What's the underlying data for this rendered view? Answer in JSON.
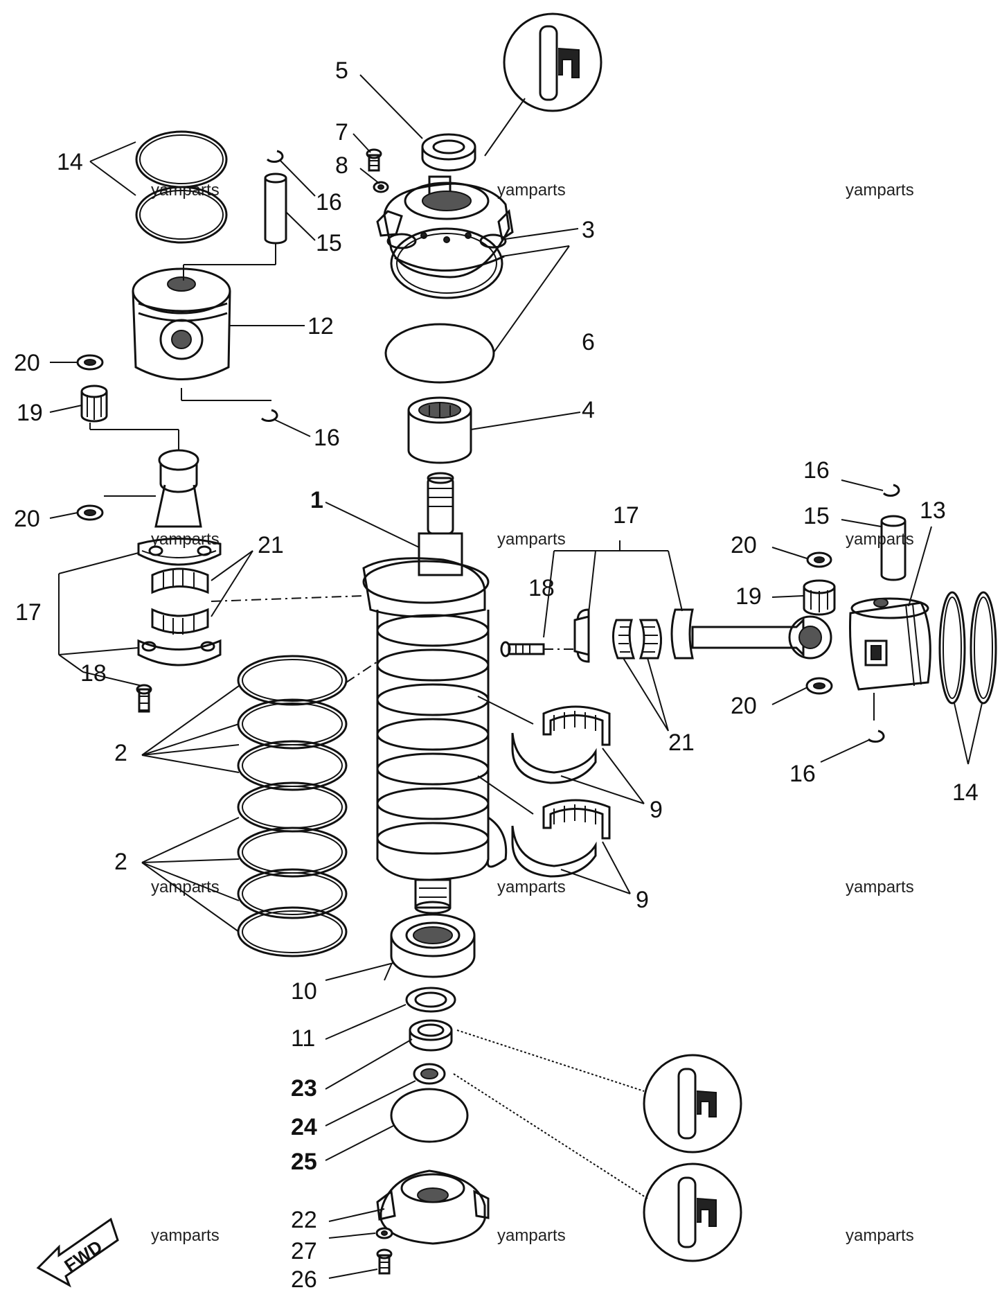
{
  "watermark": "yamparts",
  "fwd_label": "FWD",
  "callouts": {
    "c1": "1",
    "c2a": "2",
    "c2b": "2",
    "c3": "3",
    "c4": "4",
    "c5": "5",
    "c6": "6",
    "c7": "7",
    "c8": "8",
    "c9a": "9",
    "c9b": "9",
    "c10": "10",
    "c11": "11",
    "c12": "12",
    "c13": "13",
    "c14a": "14",
    "c14b": "14",
    "c15a": "15",
    "c15b": "15",
    "c16a": "16",
    "c16b": "16",
    "c16c": "16",
    "c16d": "16",
    "c17a": "17",
    "c17b": "17",
    "c18a": "18",
    "c18b": "18",
    "c19a": "19",
    "c19b": "19",
    "c20a": "20",
    "c20b": "20",
    "c20c": "20",
    "c20d": "20",
    "c21a": "21",
    "c21b": "21",
    "c22": "22",
    "c23": "23",
    "c24": "24",
    "c25": "25",
    "c26": "26",
    "c27": "27"
  }
}
